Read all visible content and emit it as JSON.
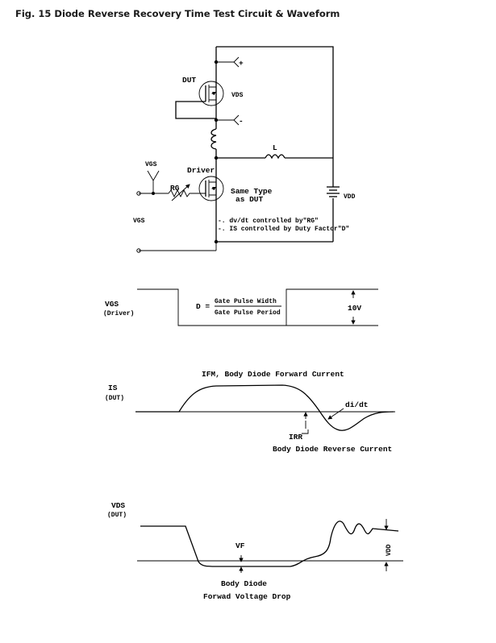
{
  "title": "Fig. 15 Diode Reverse  Recovery Time Test Circuit & Waveform",
  "circuit": {
    "plus": "+",
    "minus": "-",
    "dut": "DUT",
    "vds_top": "VDS",
    "inductor": "L",
    "vgs_source": "VGS",
    "driver": "Driver",
    "rg": "RG",
    "same_type_1": "Same Type",
    "same_type_2": "as DUT",
    "vdd": "VDD",
    "vgs_left": "VGS",
    "note_1": "-. dv/dt controlled by\"RG\"",
    "note_2": "-. IS controlled by Duty Factor\"D\""
  },
  "pulse": {
    "signal": "VGS",
    "signal_sub": "(Driver)",
    "d_label": "D =",
    "numerator": "Gate Pulse Width",
    "denominator": "Gate Pulse Period",
    "amplitude": "10V"
  },
  "current": {
    "signal": "IS",
    "signal_sub": "(DUT)",
    "forward": "IFM, Body Diode Forward Current",
    "didt": "di/dt",
    "irr": "IRR",
    "reverse": "Body Diode Reverse Current"
  },
  "voltage": {
    "signal": "VDS",
    "signal_sub": "(DUT)",
    "vf": "VF",
    "vdd": "VDD",
    "drop_1": "Body Diode",
    "drop_2": "Forwad Voltage Drop"
  }
}
